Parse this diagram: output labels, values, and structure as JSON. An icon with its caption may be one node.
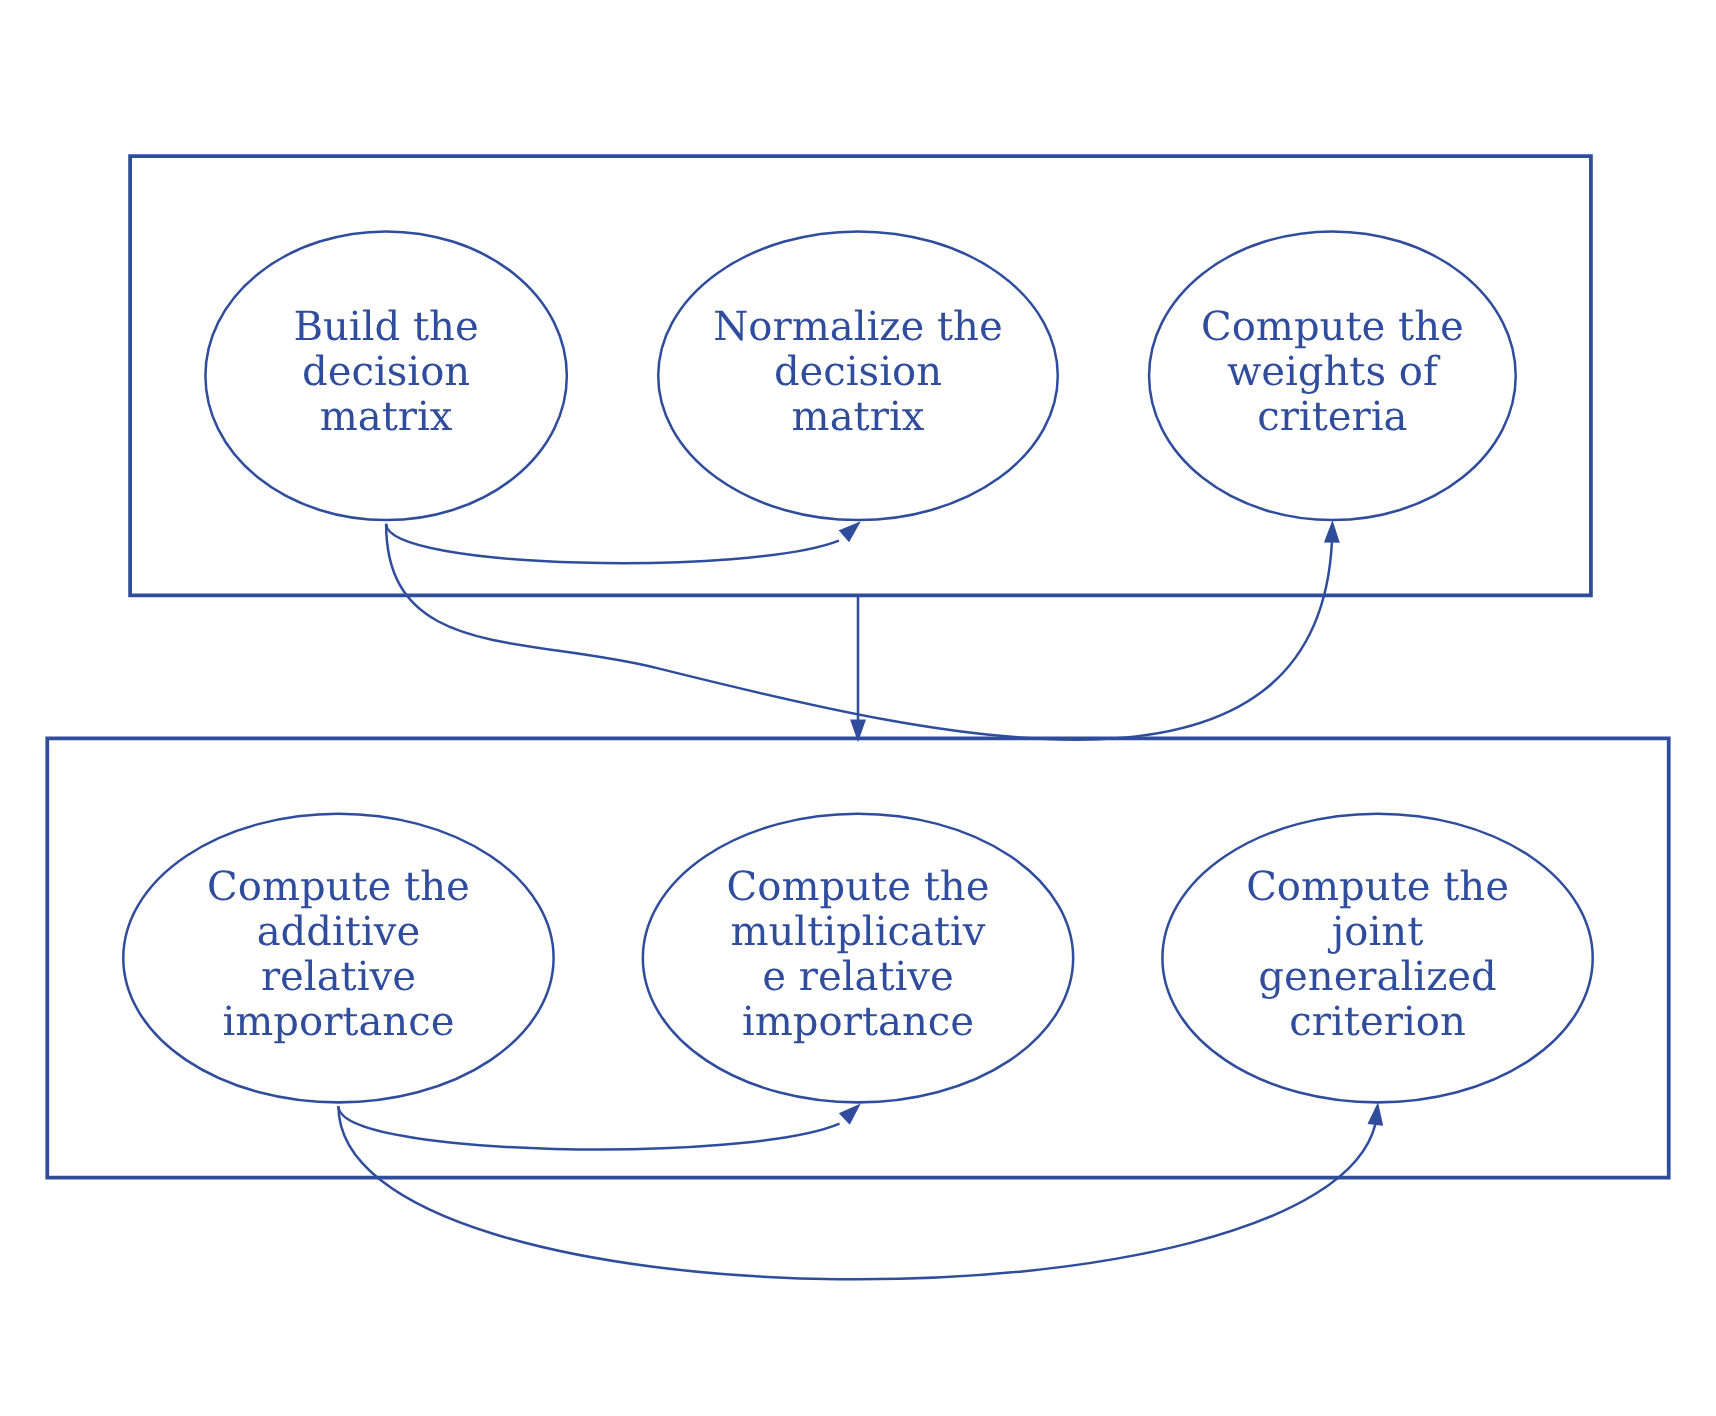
{
  "diagram": {
    "nodes": [
      {
        "text": [],
        "shape": "box"
      },
      {
        "text": [
          "Build the decision matrix"
        ],
        "in": 0
      },
      {
        "text": [
          "Normalize the decision matrix"
        ],
        "in": 0
      },
      {
        "text": [
          "Compute the weights of criteria"
        ],
        "in": 0
      },
      {
        "text": [],
        "shape": "box"
      },
      {
        "text": [
          "Compute the additive relative importance"
        ],
        "in": 4
      },
      {
        "text": [
          "Compute the multiplicativ e relative importance"
        ],
        "in": 4
      },
      {
        "text": [
          "Compute the joint generalized criterion"
        ],
        "in": 4
      }
    ],
    "edges": [
      {
        "from": 1,
        "to": 2,
        "arrow": "to"
      },
      {
        "from": 1,
        "to": 3,
        "arrow": "to"
      },
      {
        "from": 0,
        "to": 4,
        "arrow": "to"
      },
      {
        "from": 5,
        "to": 6,
        "arrow": "to"
      },
      {
        "from": 5,
        "to": 7,
        "arrow": "to"
      }
    ]
  }
}
